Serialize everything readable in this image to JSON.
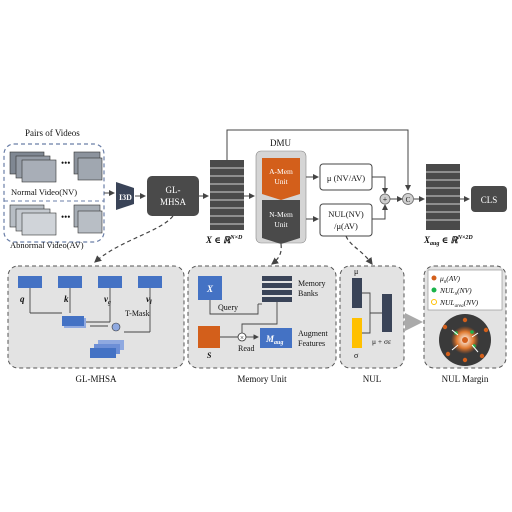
{
  "labels": {
    "pairs_of_videos": "Pairs of Videos",
    "normal_video": "Normal Video(NV)",
    "abnormal_video": "Abnormal Video(AV)",
    "i3d": "I3D",
    "glmhsa_line1": "GL-",
    "glmhsa_line2": "MHSA",
    "x_eq": "X ∈ ℝ",
    "x_sup": "N×D",
    "dmu": "DMU",
    "amem_line1": "A-Mem",
    "amem_line2": "Unit",
    "nmem_line1": "N-Mem",
    "nmem_line2": "Unit",
    "mu_nv_av": "μ (NV/AV)",
    "nul_line1": "NUL(NV)",
    "nul_line2": "/μ(AV)",
    "plus": "+",
    "concat": "C",
    "xaug_eq": "X",
    "xaug_sub": "aug",
    "xaug_in": " ∈ ℝ",
    "xaug_sup": "N×2D",
    "cls": "CLS"
  },
  "panels": {
    "glmhsa": {
      "caption": "GL-MHSA",
      "q": "q",
      "k": "k",
      "vg": "v",
      "vg_sub": "g",
      "vl": "v",
      "vl_sub": "l",
      "tmask": "T-Mask"
    },
    "memory": {
      "caption": "Memory Unit",
      "x": "X",
      "memory_banks_line1": "Memory",
      "memory_banks_line2": "Banks",
      "query": "Query",
      "read": "Read",
      "s": "S",
      "maug": "M",
      "maug_sub": "aug",
      "augment_line1": "Augment",
      "augment_line2": "Features"
    },
    "nul": {
      "caption": "NUL",
      "mu": "μ",
      "sigma": "σ",
      "formula": "μ + σε"
    },
    "margin": {
      "caption": "NUL Margin",
      "legend": [
        {
          "label": "μ",
          "sub": "n",
          "tail": "(AV)"
        },
        {
          "label": "NUL",
          "sub": "n",
          "tail": "(NV)"
        },
        {
          "label": "NUL",
          "sub": "area",
          "tail": "(NV)"
        }
      ]
    }
  },
  "colors": {
    "orange": "#d35f1b",
    "dark_gray": "#4a4a4a",
    "navy": "#3a4458",
    "blue": "#4472c4",
    "light_blue": "#8fa9e0",
    "panel_bg": "#e3e3e3",
    "yellow": "#ffc000",
    "green": "#19b34a"
  }
}
